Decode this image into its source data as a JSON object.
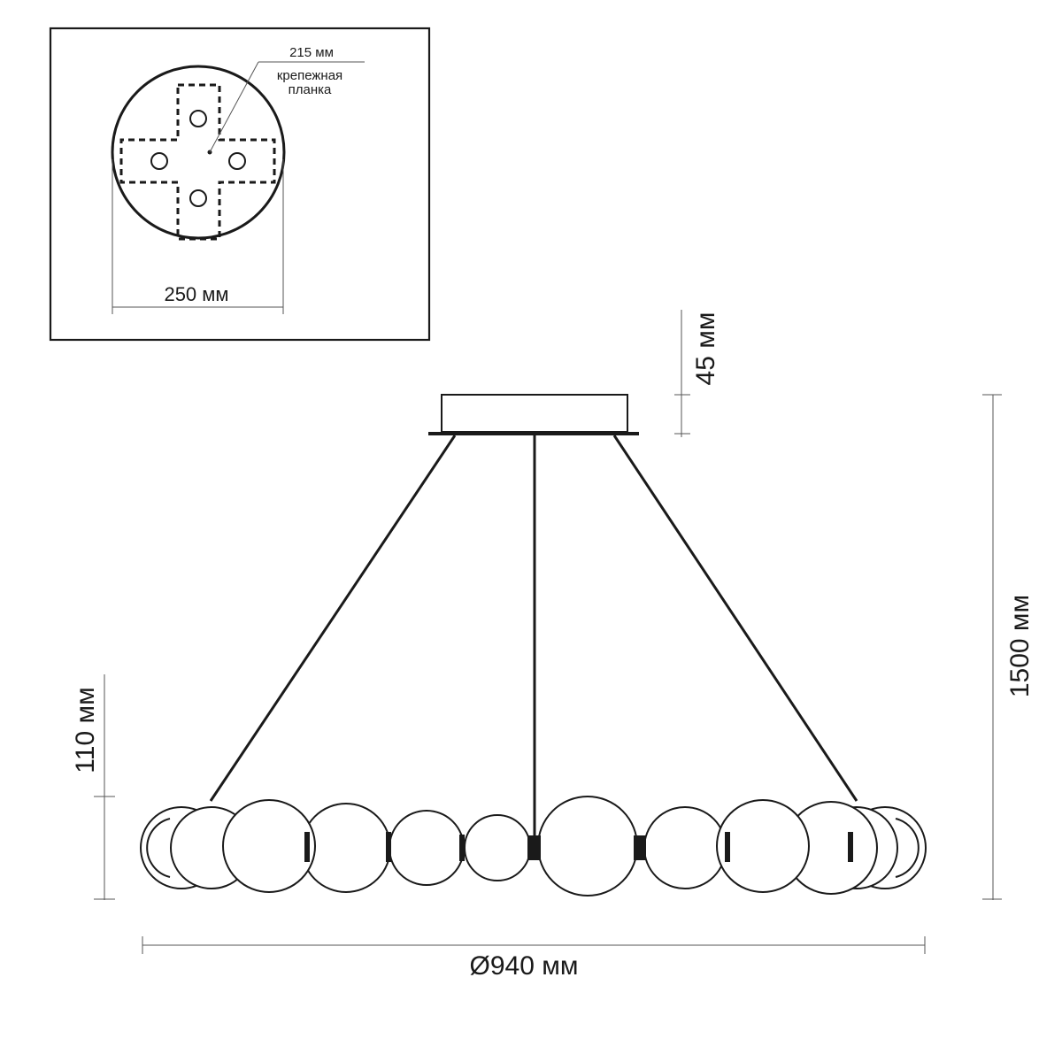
{
  "inset": {
    "plate_dimension": "215 мм",
    "plate_label_line1": "крепежная",
    "plate_label_line2": "планка",
    "canopy_diameter": "250 мм"
  },
  "elevation": {
    "canopy_height": "45 мм",
    "total_height": "1500 мм",
    "sphere_height": "110 мм",
    "overall_diameter": "Ø940 мм"
  },
  "colors": {
    "ink": "#1a1a1a",
    "dimension_line": "#555555",
    "background": "#ffffff"
  }
}
